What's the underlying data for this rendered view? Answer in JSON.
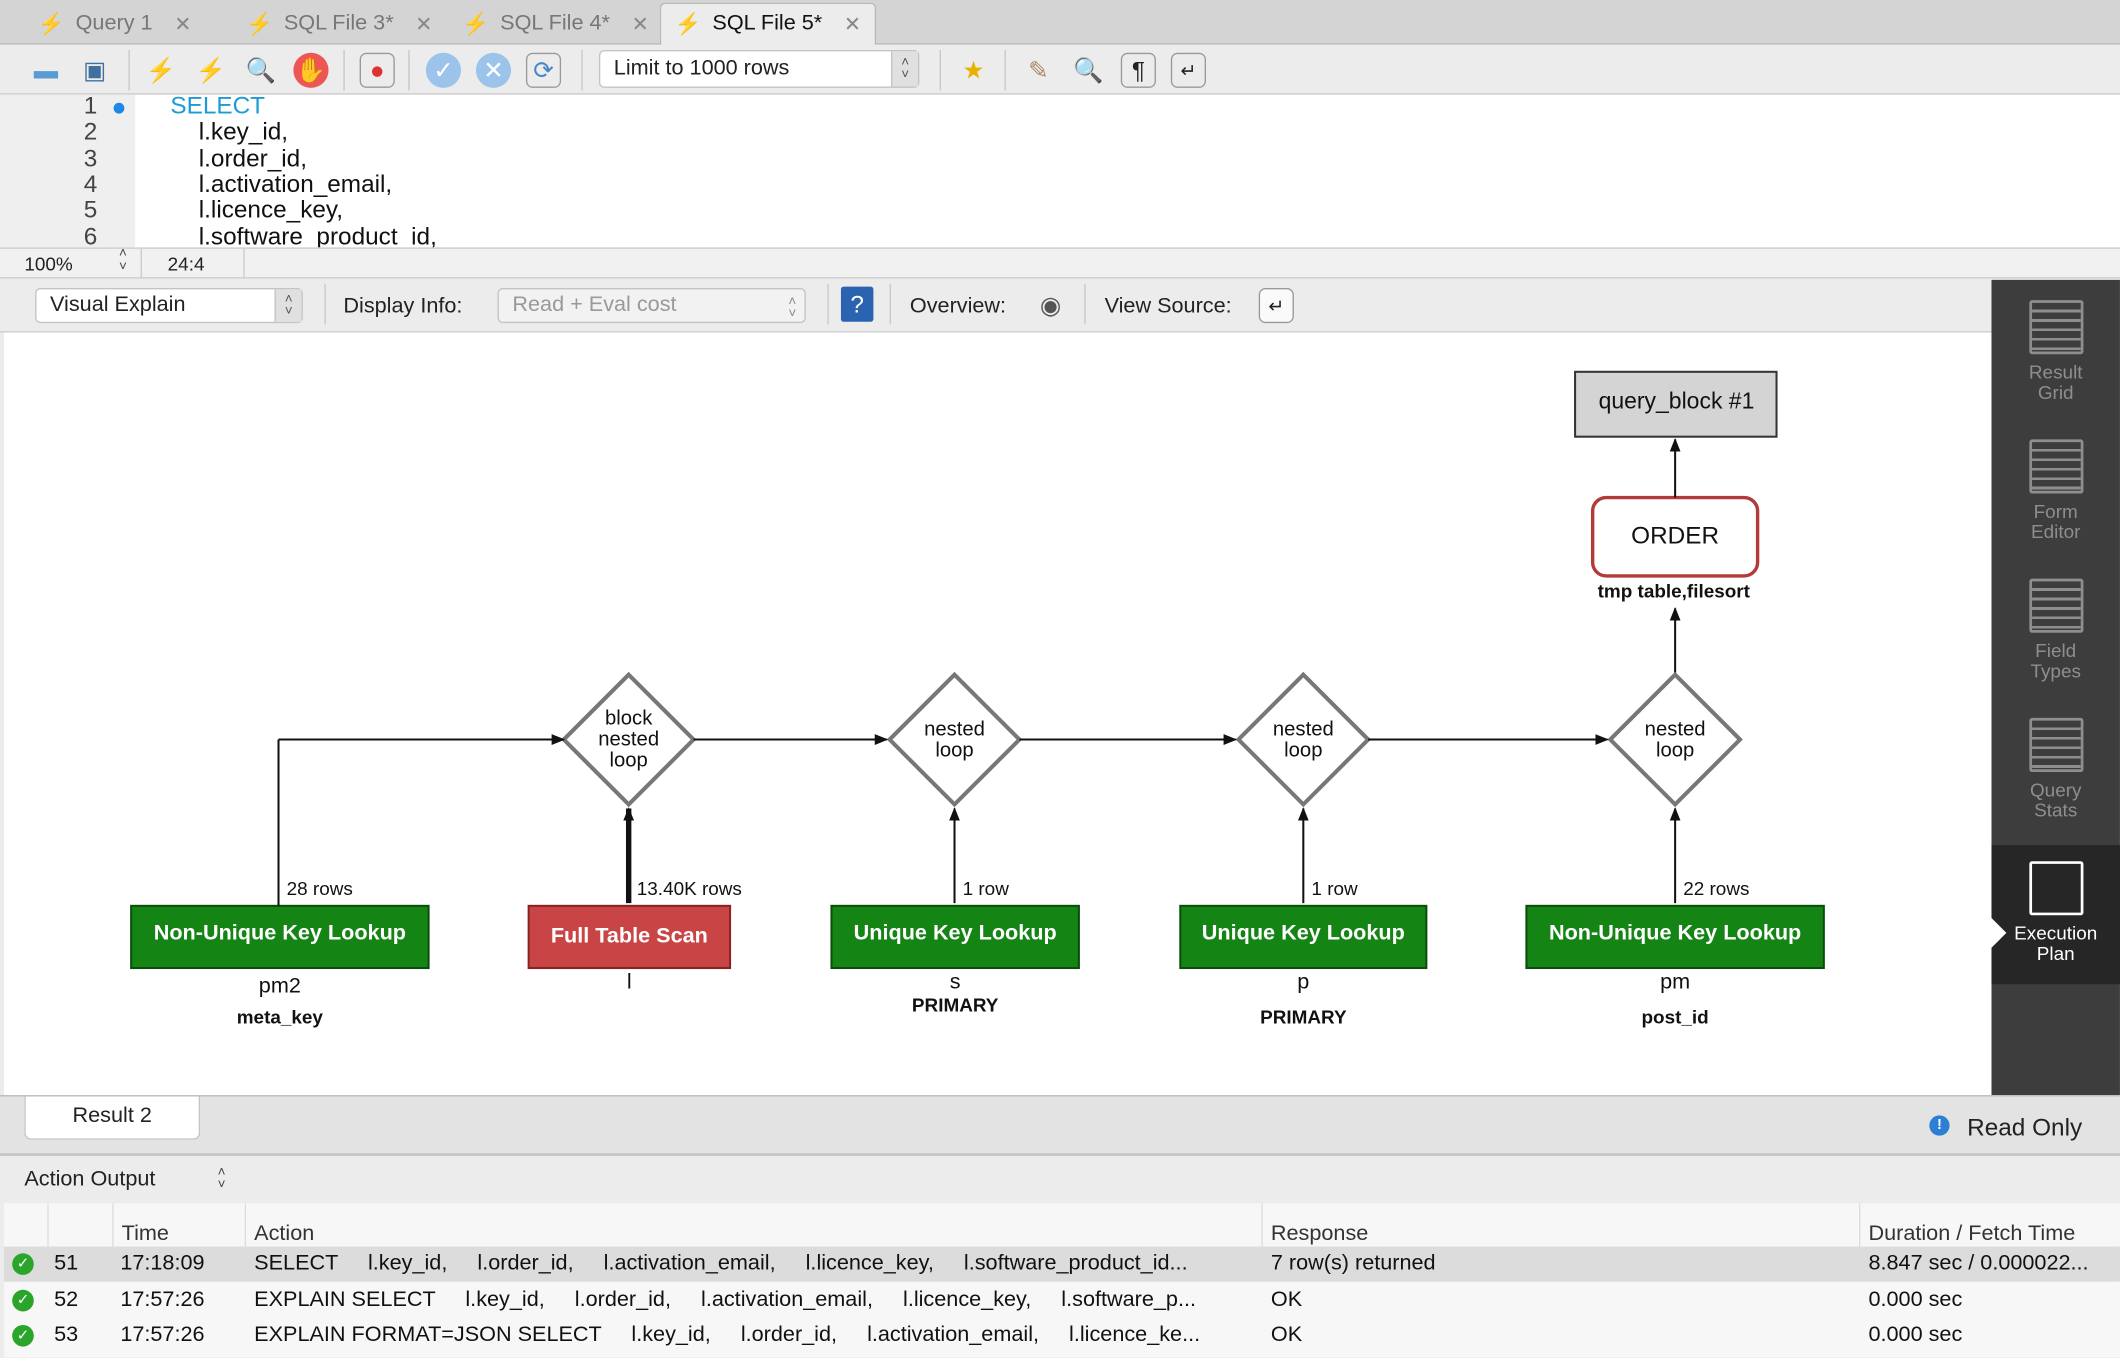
{
  "tabs": [
    {
      "label": "Query 1"
    },
    {
      "label": "SQL File 3*"
    },
    {
      "label": "SQL File 4*"
    },
    {
      "label": "SQL File 5*",
      "active": true
    }
  ],
  "toolbar": {
    "limit_rows": "Limit to 1000 rows",
    "icons": [
      "open-folder-icon",
      "save-icon",
      "execute-icon",
      "execute-current-icon",
      "explain-icon",
      "stop-icon",
      "toggle-error-icon",
      "commit-icon",
      "rollback-icon",
      "autocommit-icon",
      "bookmark-icon",
      "beautify-icon",
      "find-icon",
      "invisible-chars-icon",
      "wrap-icon"
    ]
  },
  "editor": {
    "lines": [
      {
        "n": "1",
        "text": "SELECT",
        "keyword": true
      },
      {
        "n": "2",
        "text": "l.key_id,"
      },
      {
        "n": "3",
        "text": "l.order_id,"
      },
      {
        "n": "4",
        "text": "l.activation_email,"
      },
      {
        "n": "5",
        "text": "l.licence_key,"
      },
      {
        "n": "6",
        "text": "l.software_product_id,"
      }
    ],
    "zoom": "100%",
    "cursor": "24:4",
    "keyword_color": "#1e9bd7"
  },
  "explain_bar": {
    "mode": "Visual Explain",
    "display_info_label": "Display Info:",
    "display_info": "Read + Eval cost",
    "overview_label": "Overview:",
    "view_source_label": "View Source:"
  },
  "diagram": {
    "query_block": "query_block #1",
    "order": {
      "label": "ORDER",
      "note": "tmp table,filesort"
    },
    "joins": [
      "block\nnested\nloop",
      "nested\nloop",
      "nested\nloop",
      "nested\nloop"
    ],
    "tables": [
      {
        "op": "Non-Unique Key Lookup",
        "rows": "28 rows",
        "table": "pm2",
        "key": "meta_key",
        "color": "#148414"
      },
      {
        "op": "Full Table Scan",
        "rows": "13.40K rows",
        "table": "l",
        "key": "",
        "color": "#c94444"
      },
      {
        "op": "Unique Key Lookup",
        "rows": "1 row",
        "table": "s",
        "key": "PRIMARY",
        "color": "#148414"
      },
      {
        "op": "Unique Key Lookup",
        "rows": "1 row",
        "table": "p",
        "key": "PRIMARY",
        "color": "#148414"
      },
      {
        "op": "Non-Unique Key Lookup",
        "rows": "22 rows",
        "table": "pm",
        "key": "post_id",
        "color": "#148414"
      }
    ]
  },
  "sidebar": [
    {
      "label": "Result\nGrid"
    },
    {
      "label": "Form\nEditor"
    },
    {
      "label": "Field\nTypes"
    },
    {
      "label": "Query\nStats"
    },
    {
      "label": "Execution\nPlan",
      "active": true
    }
  ],
  "results": {
    "tab": "Result 2",
    "read_only": "Read Only"
  },
  "output": {
    "selector": "Action Output",
    "columns": [
      "Time",
      "Action",
      "Response",
      "Duration / Fetch Time"
    ],
    "rows": [
      {
        "n": "51",
        "time": "17:18:09",
        "action": "SELECT     l.key_id,     l.order_id,     l.activation_email,     l.licence_key,     l.software_product_id...",
        "response": "7 row(s) returned",
        "duration": "8.847 sec / 0.000022..."
      },
      {
        "n": "52",
        "time": "17:57:26",
        "action": "EXPLAIN SELECT     l.key_id,     l.order_id,     l.activation_email,     l.licence_key,     l.software_p...",
        "response": "OK",
        "duration": "0.000 sec"
      },
      {
        "n": "53",
        "time": "17:57:26",
        "action": "EXPLAIN FORMAT=JSON SELECT     l.key_id,     l.order_id,     l.activation_email,     l.licence_ke...",
        "response": "OK",
        "duration": "0.000 sec"
      }
    ]
  }
}
